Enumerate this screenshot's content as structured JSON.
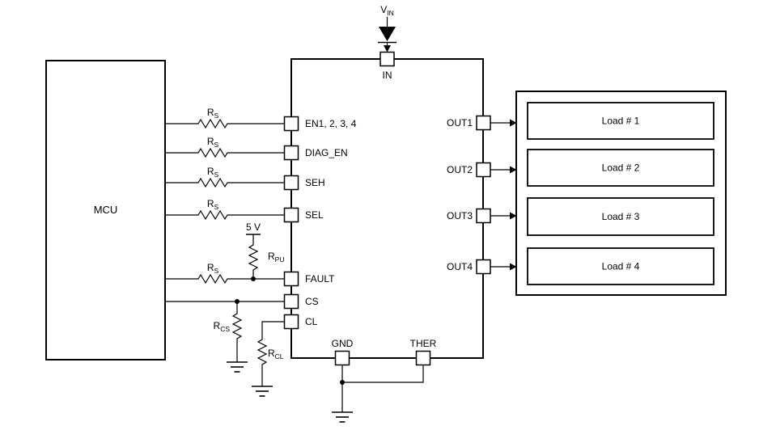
{
  "labels": {
    "vin": {
      "base": "V",
      "sub": "IN"
    },
    "supply": "5 V",
    "mcu": "MCU",
    "pin_in": "IN",
    "pins_left": [
      "EN1, 2, 3, 4",
      "DIAG_EN",
      "SEH",
      "SEL",
      "FAULT",
      "CS",
      "CL"
    ],
    "pins_right": [
      "OUT1",
      "OUT2",
      "OUT3",
      "OUT4"
    ],
    "pins_bottom": [
      "GND",
      "THER"
    ],
    "resistors": {
      "rs": {
        "base": "R",
        "sub": "S"
      },
      "rpu": {
        "base": "R",
        "sub": "PU"
      },
      "rcs": {
        "base": "R",
        "sub": "CS"
      },
      "rcl": {
        "base": "R",
        "sub": "CL"
      }
    },
    "loads": [
      "Load # 1",
      "Load # 2",
      "Load # 3",
      "Load # 4"
    ]
  },
  "colors": {
    "line": "#000000",
    "background": "#ffffff"
  }
}
